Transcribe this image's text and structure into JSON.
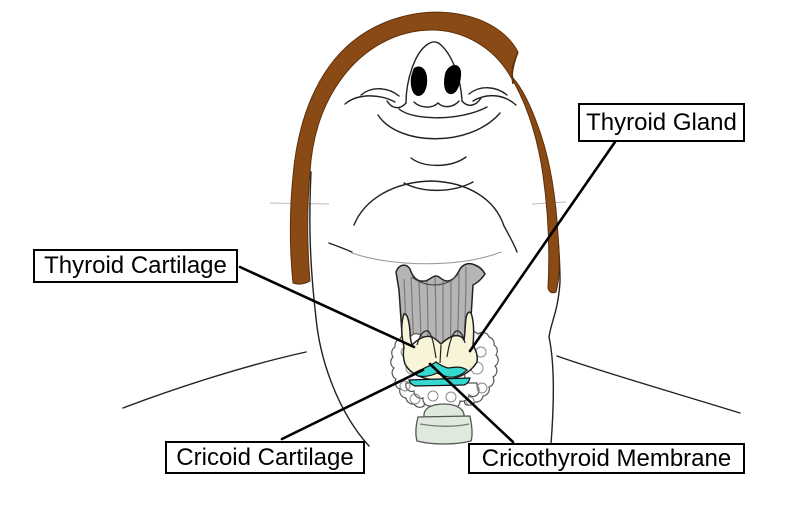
{
  "figure": {
    "title": "Neck anatomy diagram, inferior view with head extended",
    "structures": [
      "hair",
      "face",
      "nose",
      "nostrils",
      "neck",
      "shoulders",
      "strap-muscles",
      "thyroid-cartilage",
      "cricothyroid-membrane",
      "thyroid-gland-lobes",
      "cricoid-trachea"
    ]
  },
  "labels": {
    "thyroid_gland": "Thyroid Gland",
    "thyroid_cartilage": "Thyroid Cartilage",
    "cricoid_cartilage": "Cricoid Cartilage",
    "cricothyroid_membrane": "Cricothyroid Membrane"
  },
  "leader_lines": [
    {
      "from": "thyroid_gland_box",
      "to": "right gland lobe"
    },
    {
      "from": "thyroid_cartilage_box",
      "to": "left cartilage lamina"
    },
    {
      "from": "cricoid_cartilage_box",
      "to": "left edge of membrane region"
    },
    {
      "from": "cricothyroid_membrane_box",
      "to": "cyan membrane"
    }
  ],
  "colors": {
    "background": "#ffffff",
    "hair": "#8a4a15",
    "muscle_gray": "#b5b5b5",
    "muscle_stripe": "#7a7a7a",
    "cartilage_cream": "#f8f4d8",
    "membrane_cyan": "#35d9d0",
    "trachea_mint": "#e0e9dd",
    "line_black": "#000000",
    "outline_dark": "#222222",
    "scallop_gray": "#555555"
  }
}
